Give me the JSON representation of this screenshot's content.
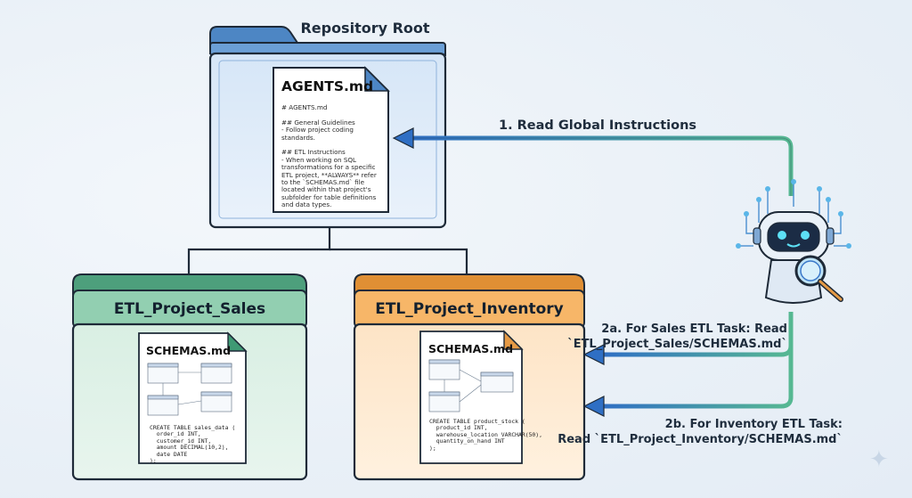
{
  "root": {
    "title": "Repository Root",
    "file": {
      "name": "AGENTS.md",
      "content": "# AGENTS.md\n\n## General Guidelines\n- Follow project coding standards.\n\n## ETL Instructions\n- When working on SQL transformations for a specific ETL project, **ALWAYS** refer to the `SCHEMAS.md` file located within that project's subfolder for table definitions and data types."
    }
  },
  "folders": [
    {
      "name": "ETL_Project_Sales",
      "file": "SCHEMAS.md",
      "code": "CREATE TABLE sales_data (\n  order_id INT,\n  customer_id INT,\n  amount DECIMAL(10,2),\n  date DATE\n);"
    },
    {
      "name": "ETL_Project_Inventory",
      "file": "SCHEMAS.md",
      "code": "CREATE TABLE product_stock (\n  product_id INT,\n  warehouse_location VARCHAR(50),\n  quantity_on_hand INT\n);"
    }
  ],
  "steps": {
    "read_global": "1. Read Global Instructions",
    "sales_line1": "2a. For Sales ETL Task: Read",
    "sales_line2": "`ETL_Project_Sales/SCHEMAS.md`",
    "inventory_line1": "2b. For Inventory ETL Task:",
    "inventory_line2": "Read `ETL_Project_Inventory/SCHEMAS.md`"
  },
  "icons": {
    "agent": "robot-with-magnifying-glass-icon",
    "document": "document-icon",
    "folder": "folder-icon",
    "sparkle": "sparkle-icon"
  },
  "colors": {
    "root_folder": "#4d86c4",
    "sales_folder": "#3f9a74",
    "inventory_folder": "#e59a45",
    "arrow_blue": "#3a78c9",
    "arrow_green": "#4db08e"
  }
}
